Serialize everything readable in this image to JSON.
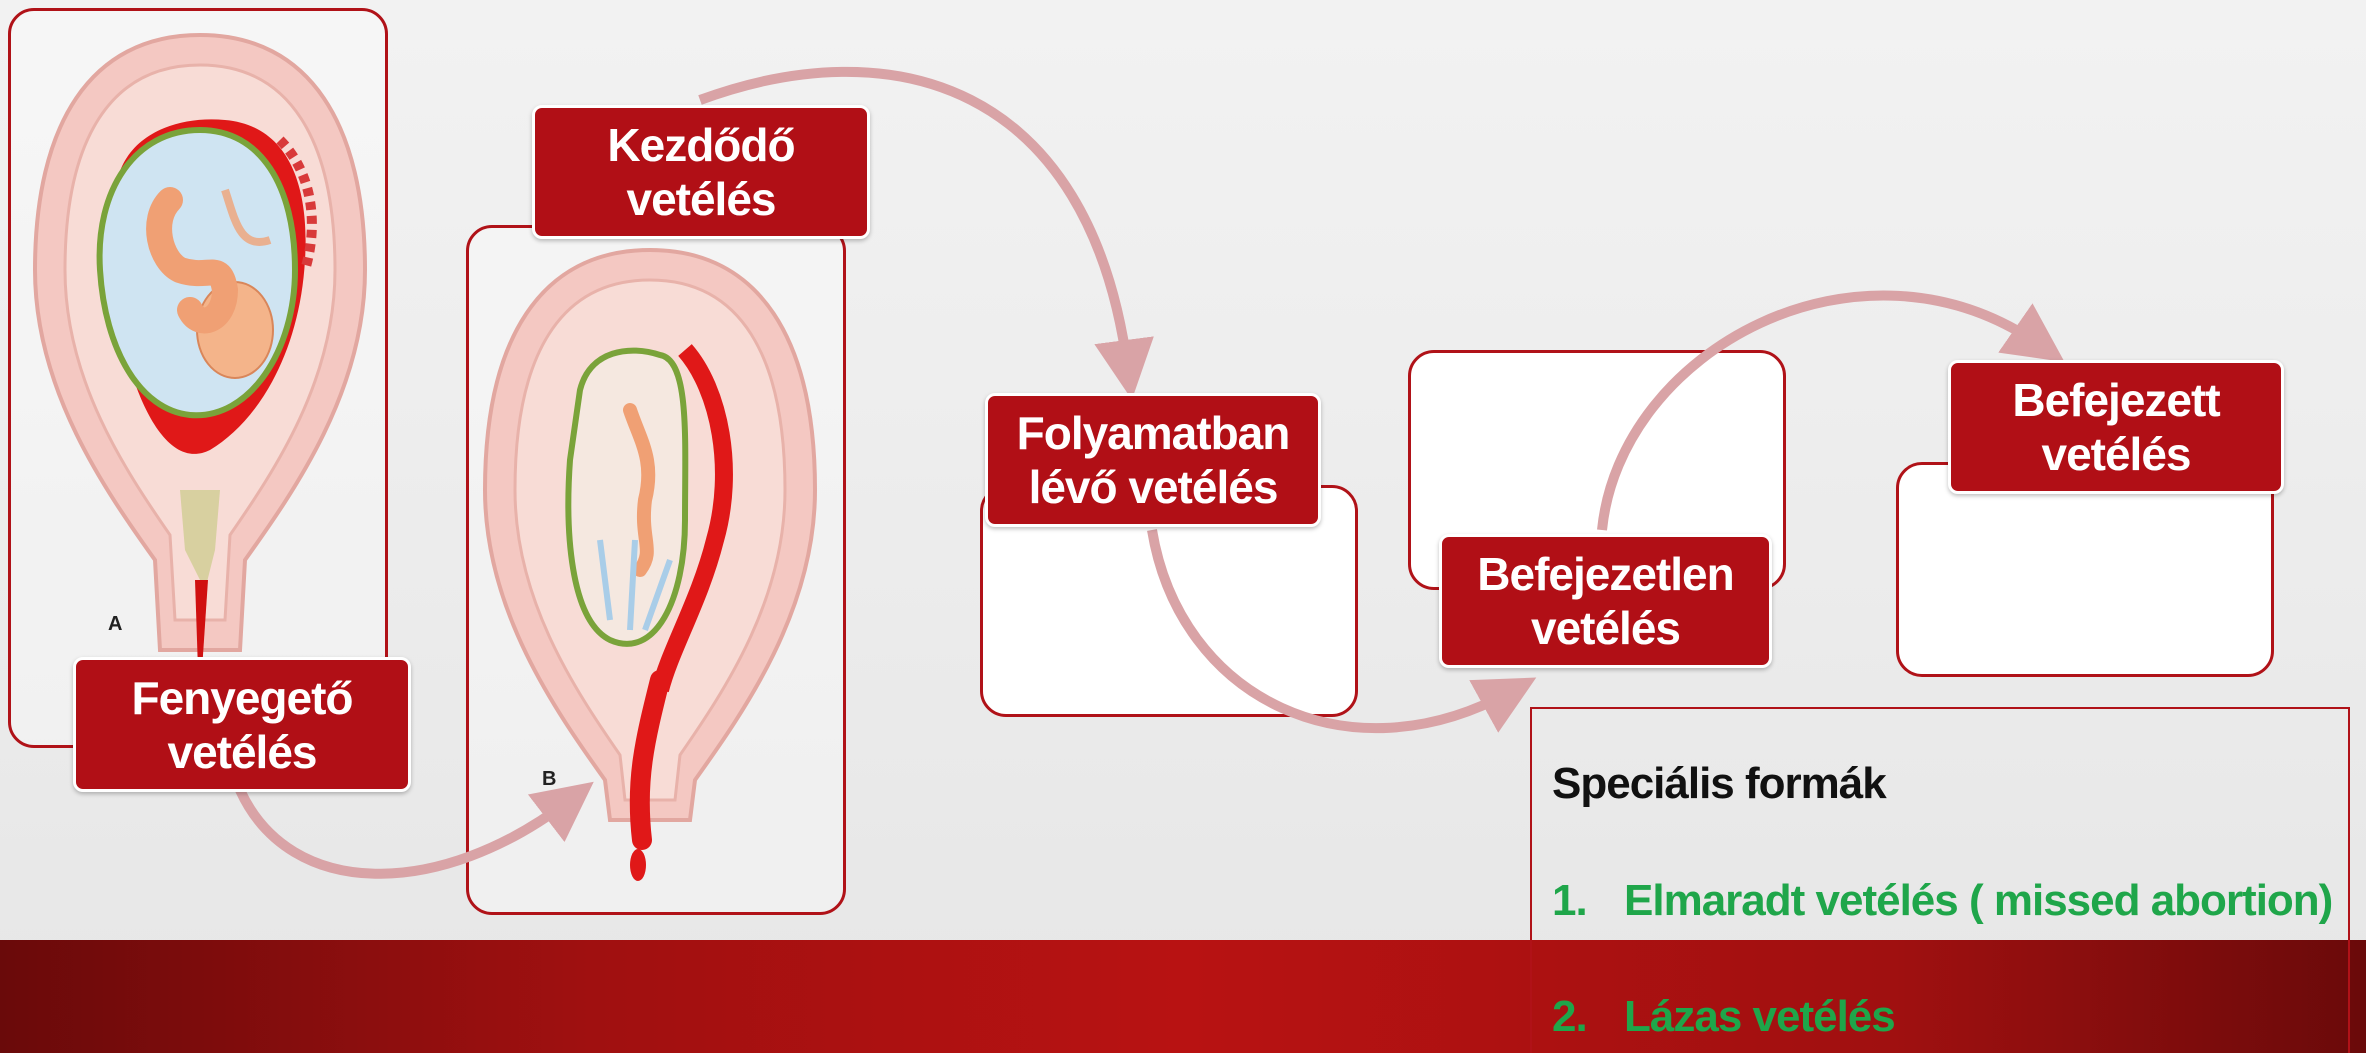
{
  "stages": {
    "threatened": "Fenyegető\nvetélés",
    "beginning": "Kezdődő\nvetélés",
    "in_progress": "Folyamatban\nlévő vetélés",
    "incomplete": "Befejezetlen\nvetélés",
    "complete": "Befejezett\nvetélés"
  },
  "figure_letters": {
    "a": "A",
    "b": "B"
  },
  "special_forms": {
    "title": "Speciális formák",
    "items": [
      {
        "num": "1.",
        "text": "Elmaradt vetélés ( missed abortion)"
      },
      {
        "num": "2.",
        "text": "Lázas vetélés"
      }
    ]
  },
  "colors": {
    "label_red": "#b10f16",
    "arrow_pink": "#d9a3a6",
    "band_red": "#b81212",
    "item_green": "#1fa64a"
  },
  "icons": [
    "uterus-fetus-illustration-a",
    "uterus-fetus-illustration-b",
    "curved-arrow"
  ]
}
